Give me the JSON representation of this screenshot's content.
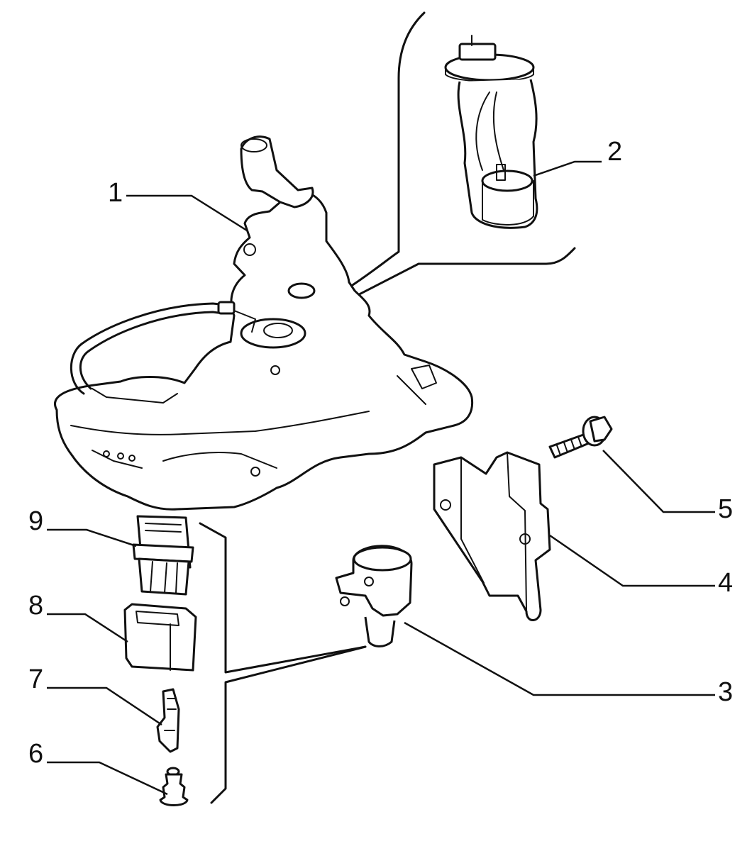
{
  "diagram": {
    "callouts": [
      {
        "id": "1",
        "label": "1"
      },
      {
        "id": "2",
        "label": "2"
      },
      {
        "id": "3",
        "label": "3"
      },
      {
        "id": "4",
        "label": "4"
      },
      {
        "id": "5",
        "label": "5"
      },
      {
        "id": "6",
        "label": "6"
      },
      {
        "id": "7",
        "label": "7"
      },
      {
        "id": "8",
        "label": "8"
      },
      {
        "id": "9",
        "label": "9"
      }
    ],
    "parts": [
      {
        "callout": "1",
        "icon": "fuel-tank-icon"
      },
      {
        "callout": "2",
        "icon": "fuel-pump-icon"
      },
      {
        "callout": "3",
        "icon": "valve-icon"
      },
      {
        "callout": "4",
        "icon": "bracket-icon"
      },
      {
        "callout": "5",
        "icon": "bolt-icon"
      },
      {
        "callout": "6",
        "icon": "seal-icon"
      },
      {
        "callout": "7",
        "icon": "terminal-icon"
      },
      {
        "callout": "8",
        "icon": "connector-housing-icon"
      },
      {
        "callout": "9",
        "icon": "connector-icon"
      }
    ]
  }
}
